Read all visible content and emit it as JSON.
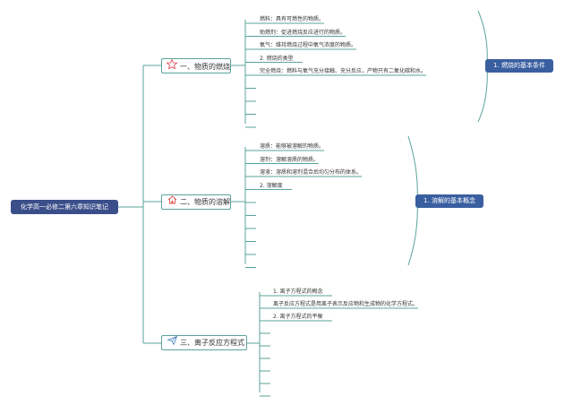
{
  "root": {
    "label": "化学高一必修二第六章知识笔记"
  },
  "branches": [
    {
      "label": "一、物质的燃烧",
      "icon": "star-icon",
      "items": [
        "燃料：具有可燃性的物质。",
        "助燃剂：促进燃烧反应进行的物质。",
        "氧气：维持燃烧过程中氧气浓度的物质。",
        "2. 燃烧的类型",
        "完全燃烧：燃料与氧气充分接触、充分反应，产物只有二氧化碳和水。",
        "",
        "",
        "",
        ""
      ],
      "summary": "1. 燃烧的基本条件"
    },
    {
      "label": "二、物质的溶解",
      "icon": "home-icon",
      "items": [
        "溶质：能够被溶解的物质。",
        "溶剂：溶解溶质的物质。",
        "溶液：溶质和溶剂混合后均匀分布的体系。",
        "2. 溶解度",
        "",
        "",
        "",
        "",
        "",
        ""
      ],
      "summary": "1. 溶解的基本概念"
    },
    {
      "label": "三、离子反应方程式",
      "icon": "send-icon",
      "items": [
        "1. 离子方程式的概念",
        "离子反应方程式是用离子表示反应物和生成物的化学方程式。",
        "2. 离子方程式的平衡",
        "",
        "",
        "",
        "",
        "",
        ""
      ]
    }
  ],
  "colors": {
    "line": "#5ba39a",
    "root": "#3a4f8a",
    "summary": "#3a5fa0",
    "star": "#e0404a",
    "home": "#e05050",
    "send": "#3f7fbf"
  }
}
